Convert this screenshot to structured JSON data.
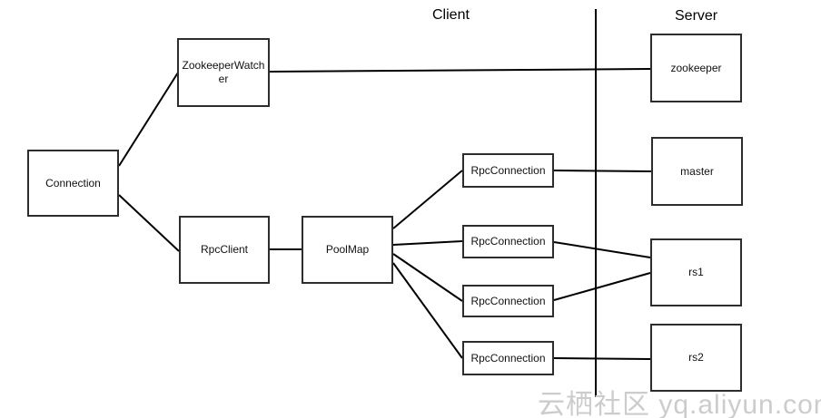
{
  "titles": {
    "client": "Client",
    "server": "Server"
  },
  "nodes": {
    "connection": {
      "label": "Connection"
    },
    "zookeeper_watcher": {
      "label": "ZookeeperWatcher"
    },
    "rpc_client": {
      "label": "RpcClient"
    },
    "pool_map": {
      "label": "PoolMap"
    },
    "rpc_connection_1": {
      "label": "RpcConnection"
    },
    "rpc_connection_2": {
      "label": "RpcConnection"
    },
    "rpc_connection_3": {
      "label": "RpcConnection"
    },
    "rpc_connection_4": {
      "label": "RpcConnection"
    },
    "zookeeper": {
      "label": "zookeeper"
    },
    "master": {
      "label": "master"
    },
    "rs1": {
      "label": "rs1"
    },
    "rs2": {
      "label": "rs2"
    }
  },
  "edges": [
    {
      "from": "connection",
      "to": "zookeeper_watcher"
    },
    {
      "from": "connection",
      "to": "rpc_client"
    },
    {
      "from": "zookeeper_watcher",
      "to": "zookeeper"
    },
    {
      "from": "rpc_client",
      "to": "pool_map"
    },
    {
      "from": "pool_map",
      "to": "rpc_connection_1"
    },
    {
      "from": "pool_map",
      "to": "rpc_connection_2"
    },
    {
      "from": "pool_map",
      "to": "rpc_connection_3"
    },
    {
      "from": "pool_map",
      "to": "rpc_connection_4"
    },
    {
      "from": "rpc_connection_1",
      "to": "master"
    },
    {
      "from": "rpc_connection_2",
      "to": "rs1"
    },
    {
      "from": "rpc_connection_3",
      "to": "rs1"
    },
    {
      "from": "rpc_connection_4",
      "to": "rs2"
    }
  ],
  "colors": {
    "node_border": "#2d2d2d",
    "edge_stroke": "#000000",
    "watermark": "#cccccc"
  },
  "watermark": {
    "text": "云栖社区 yq.aliyun.com"
  }
}
